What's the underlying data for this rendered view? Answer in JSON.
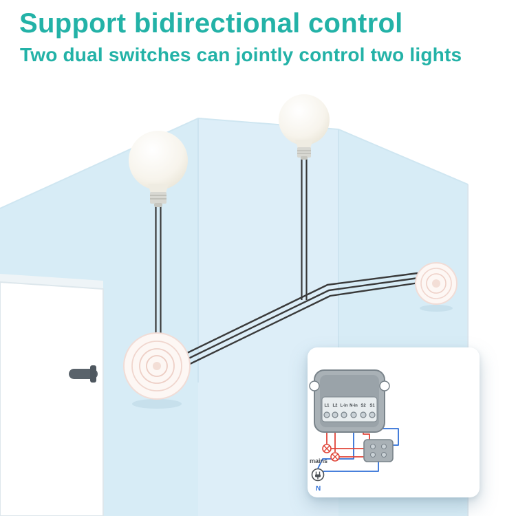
{
  "header": {
    "title": "Support bidirectional control",
    "subtitle": "Two dual switches can jointly control two lights"
  },
  "palette": {
    "accent_teal": "#23b2a7",
    "wall_blue": "#d7ecf6",
    "wire_dark": "#3a3a3a",
    "diagram_red": "#e04438",
    "diagram_blue": "#2f6fd6",
    "module_gray": "#9aa3a9"
  },
  "wiring_diagram": {
    "terminals": [
      "L1",
      "L2",
      "L-in",
      "N-in",
      "S2",
      "S1"
    ],
    "mains_label": "mains",
    "neutral_label": "N"
  }
}
